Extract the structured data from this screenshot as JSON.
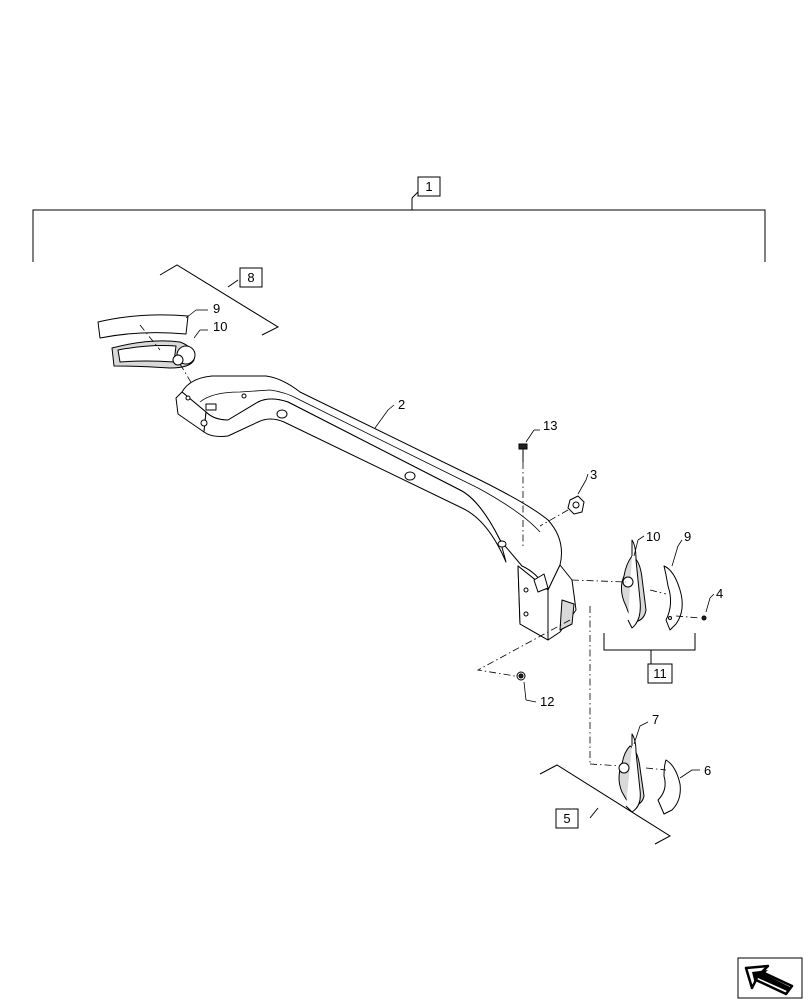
{
  "callouts": {
    "c1": "1",
    "c2": "2",
    "c3": "3",
    "c4": "4",
    "c5": "5",
    "c6": "6",
    "c7": "7",
    "c8": "8",
    "c9a": "9",
    "c9b": "9",
    "c10a": "10",
    "c10b": "10",
    "c11": "11",
    "c12": "12",
    "c13": "13"
  },
  "icons": {
    "corner": "direction-arrow-icon"
  }
}
